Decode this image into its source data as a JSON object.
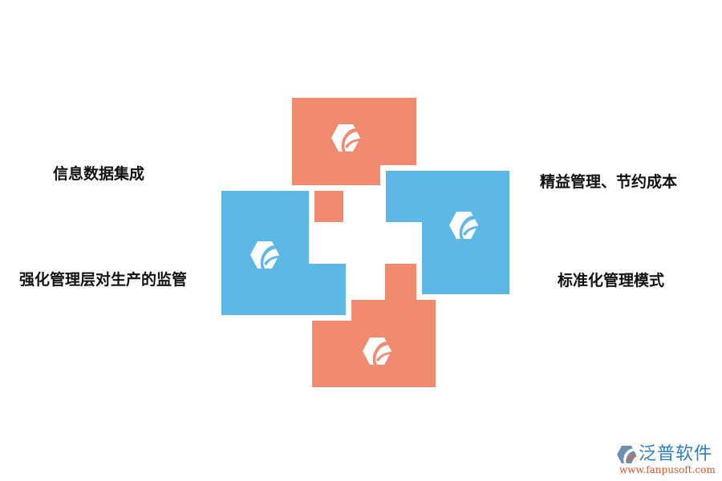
{
  "diagram": {
    "labels": {
      "top_left": "信息数据集成",
      "bottom_left": "强化管理层对生产的监管",
      "top_right": "精益管理、节约成本",
      "bottom_right": "标准化管理模式"
    },
    "colors": {
      "orange": "#f18b70",
      "blue": "#5eb8e5",
      "text": "#111111"
    },
    "icons": [
      "brand-hexagon-icon",
      "brand-hexagon-icon",
      "brand-hexagon-icon",
      "brand-hexagon-icon"
    ]
  },
  "logo": {
    "name": "泛普软件",
    "url": "www.fanpusoft.com"
  }
}
